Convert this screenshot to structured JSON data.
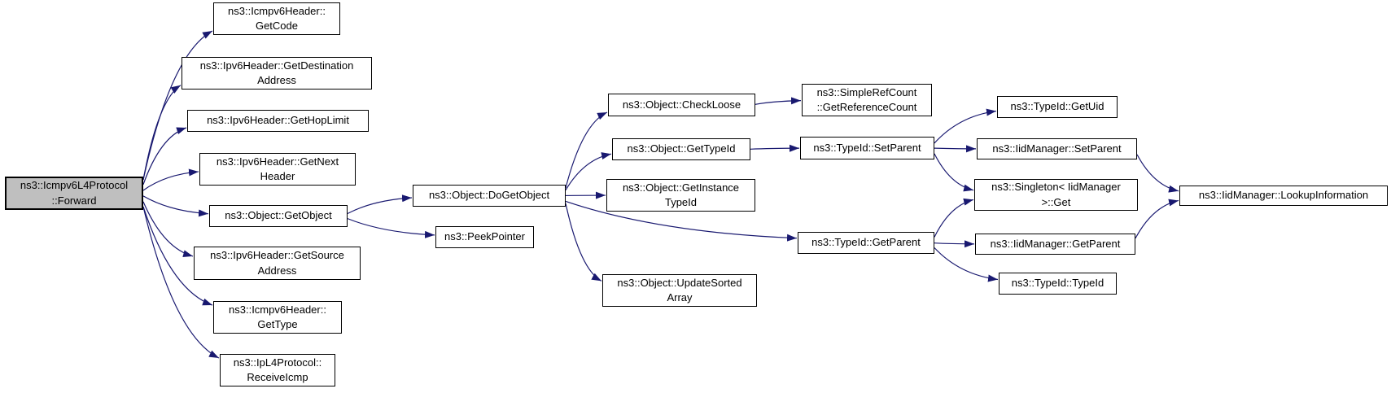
{
  "diagram": {
    "kind": "call-graph",
    "background_color": "#ffffff",
    "edge_color": "#191970",
    "node_fill_color": "#ffffff",
    "node_border_color": "#000000",
    "root_fill_color": "#bfbfbf",
    "text_color": "#000000"
  },
  "nodes": {
    "forward": {
      "label": "ns3::Icmpv6L4Protocol\n::Forward"
    },
    "getcode": {
      "label": "ns3::Icmpv6Header::\nGetCode"
    },
    "getdest": {
      "label": "ns3::Ipv6Header::GetDestination\nAddress"
    },
    "gethoplimit": {
      "label": "ns3::Ipv6Header::GetHopLimit"
    },
    "getnextheader": {
      "label": "ns3::Ipv6Header::GetNext\nHeader"
    },
    "getobject": {
      "label": "ns3::Object::GetObject"
    },
    "getsource": {
      "label": "ns3::Ipv6Header::GetSource\nAddress"
    },
    "gettype": {
      "label": "ns3::Icmpv6Header::\nGetType"
    },
    "receiveicmp": {
      "label": "ns3::IpL4Protocol::\nReceiveIcmp"
    },
    "dogetobject": {
      "label": "ns3::Object::DoGetObject"
    },
    "peekpointer": {
      "label": "ns3::PeekPointer"
    },
    "checkloose": {
      "label": "ns3::Object::CheckLoose"
    },
    "object_gettypeid": {
      "label": "ns3::Object::GetTypeId"
    },
    "getinstance": {
      "label": "ns3::Object::GetInstance\nTypeId"
    },
    "updatesorted": {
      "label": "ns3::Object::UpdateSorted\nArray"
    },
    "simplerefcount": {
      "label": "ns3::SimpleRefCount\n::GetReferenceCount"
    },
    "typeid_setparent": {
      "label": "ns3::TypeId::SetParent"
    },
    "typeid_getparent": {
      "label": "ns3::TypeId::GetParent"
    },
    "typeid_getuid": {
      "label": "ns3::TypeId::GetUid"
    },
    "iid_setparent": {
      "label": "ns3::IidManager::SetParent"
    },
    "singleton_get": {
      "label": "ns3::Singleton< IidManager\n>::Get"
    },
    "iid_getparent": {
      "label": "ns3::IidManager::GetParent"
    },
    "typeid_typeid": {
      "label": "ns3::TypeId::TypeId"
    },
    "lookupinfo": {
      "label": "ns3::IidManager::LookupInformation"
    }
  },
  "edges": [
    {
      "from": "forward",
      "to": "getcode"
    },
    {
      "from": "forward",
      "to": "getdest"
    },
    {
      "from": "forward",
      "to": "gethoplimit"
    },
    {
      "from": "forward",
      "to": "getnextheader"
    },
    {
      "from": "forward",
      "to": "getobject"
    },
    {
      "from": "forward",
      "to": "getsource"
    },
    {
      "from": "forward",
      "to": "gettype"
    },
    {
      "from": "forward",
      "to": "receiveicmp"
    },
    {
      "from": "getobject",
      "to": "dogetobject"
    },
    {
      "from": "getobject",
      "to": "peekpointer"
    },
    {
      "from": "dogetobject",
      "to": "checkloose"
    },
    {
      "from": "dogetobject",
      "to": "object_gettypeid"
    },
    {
      "from": "dogetobject",
      "to": "getinstance"
    },
    {
      "from": "dogetobject",
      "to": "updatesorted"
    },
    {
      "from": "dogetobject",
      "to": "typeid_getparent"
    },
    {
      "from": "checkloose",
      "to": "simplerefcount"
    },
    {
      "from": "object_gettypeid",
      "to": "typeid_setparent"
    },
    {
      "from": "typeid_setparent",
      "to": "typeid_getuid"
    },
    {
      "from": "typeid_setparent",
      "to": "iid_setparent"
    },
    {
      "from": "typeid_setparent",
      "to": "singleton_get"
    },
    {
      "from": "typeid_getparent",
      "to": "singleton_get"
    },
    {
      "from": "typeid_getparent",
      "to": "iid_getparent"
    },
    {
      "from": "typeid_getparent",
      "to": "typeid_typeid"
    },
    {
      "from": "iid_setparent",
      "to": "lookupinfo"
    },
    {
      "from": "iid_getparent",
      "to": "lookupinfo"
    }
  ]
}
